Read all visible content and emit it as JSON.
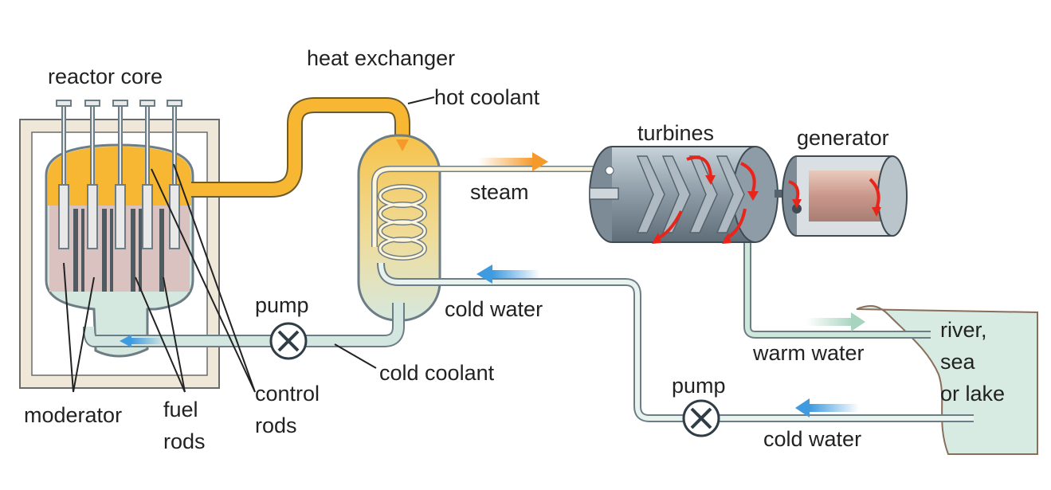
{
  "labels": {
    "reactor_core": "reactor core",
    "heat_exchanger": "heat exchanger",
    "hot_coolant": "hot coolant",
    "steam": "steam",
    "turbines": "turbines",
    "generator": "generator",
    "cold_water_upper": "cold water",
    "pump_left": "pump",
    "cold_coolant": "cold coolant",
    "warm_water": "warm water",
    "river_line1": "river,",
    "river_line2": "sea",
    "river_line3": "or lake",
    "pump_right": "pump",
    "cold_water_lower": "cold water",
    "moderator": "moderator",
    "fuel_line1": "fuel",
    "fuel_line2": "rods",
    "control_line1": "control",
    "control_line2": "rods"
  },
  "colors": {
    "hot_coolant": "#f7b733",
    "steam_arrow": "#f59a2a",
    "cold_water_arrow": "#3f9be0",
    "warm_water_arrow": "#a7d3bf",
    "pipe_cold": "#d3e6e0",
    "reactor_wall": "#efe7d7",
    "turbine_body": "#8e9ea9",
    "rotation_arrow": "#e8251b",
    "river": "#d7ebe3"
  }
}
